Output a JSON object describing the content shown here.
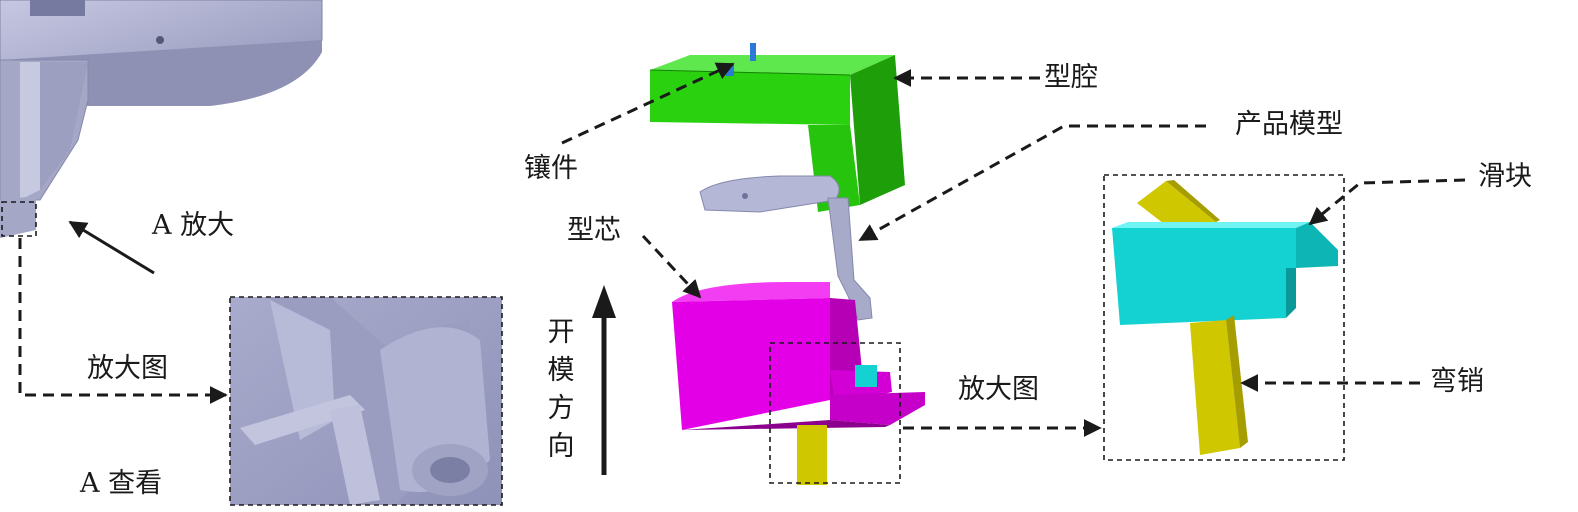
{
  "labels": {
    "cavity": "型腔",
    "product_model": "产品模型",
    "insert": "镶件",
    "core": "型芯",
    "slider": "滑块",
    "bent_pin": "弯销",
    "zoom_a": "A 放大",
    "enlarged_left": "放大图",
    "enlarged_right": "放大图",
    "view_a": "A 查看",
    "opening_direction": [
      "开",
      "模",
      "方",
      "向"
    ]
  },
  "colors": {
    "cavity": "#29d10f",
    "core": "#e400e6",
    "product": "#a7aac9",
    "slider": "#14d2d2",
    "pin": "#cfc700",
    "insert": "#2b7ad8",
    "ink": "#1a1a1a"
  }
}
